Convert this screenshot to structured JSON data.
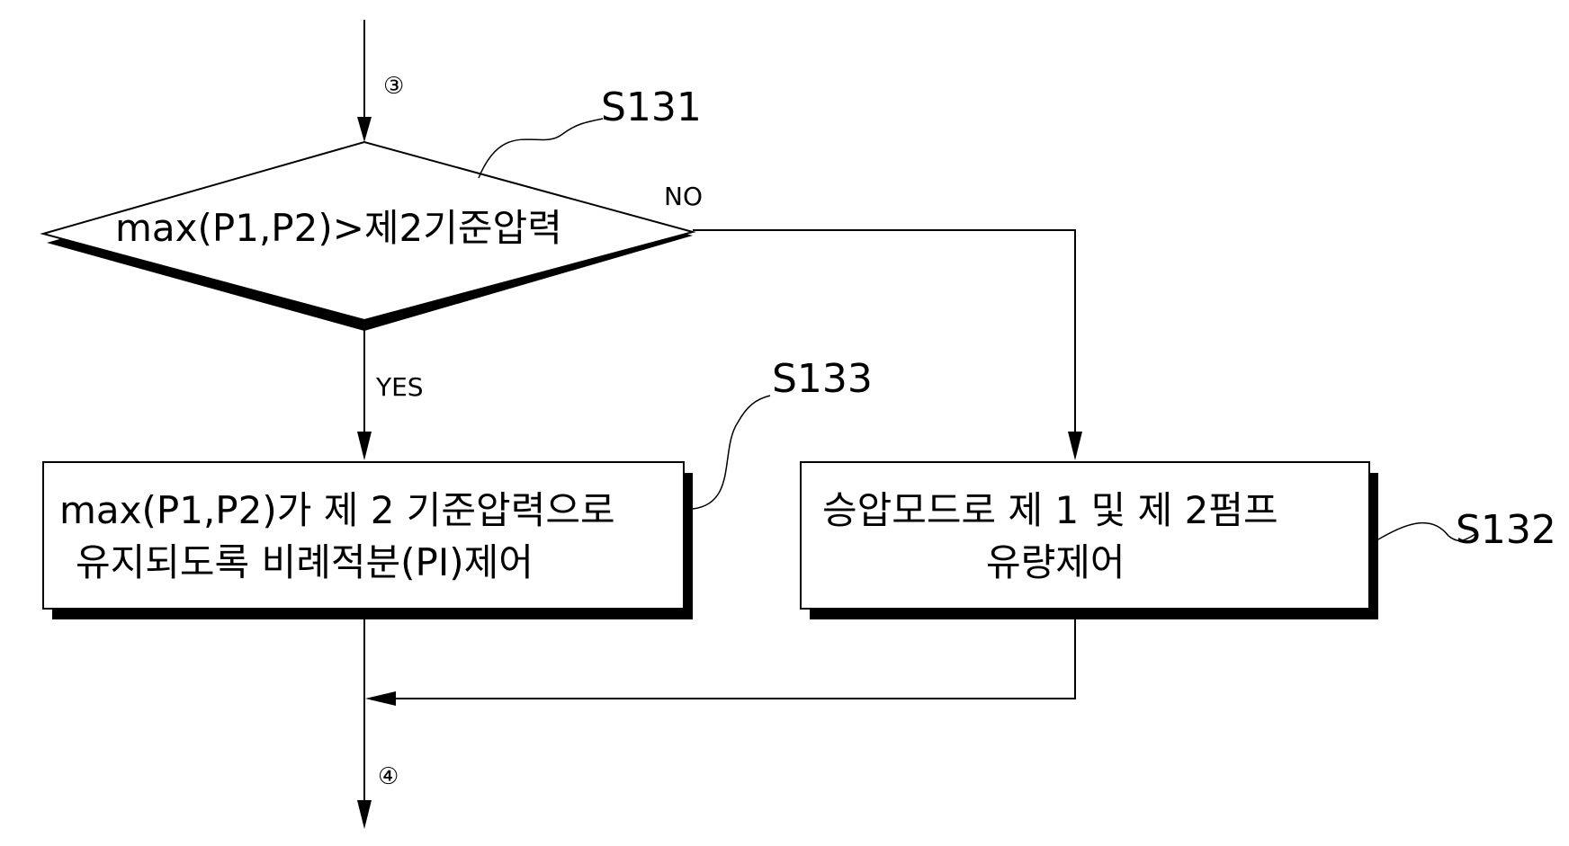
{
  "connectors": {
    "top": "③",
    "bottom": "④"
  },
  "decision": {
    "ref": "S131",
    "condition": "max(P1,P2)>제2기준압력",
    "yes_label": "YES",
    "no_label": "NO"
  },
  "step_s133": {
    "ref": "S133",
    "line1": "max(P1,P2)가 제 2 기준압력으로",
    "line2": "유지되도록 비례적분(PI)제어"
  },
  "step_s132": {
    "ref": "S132",
    "line1": "승압모드로 제 1 및 제 2펌프",
    "line2": "유량제어"
  }
}
